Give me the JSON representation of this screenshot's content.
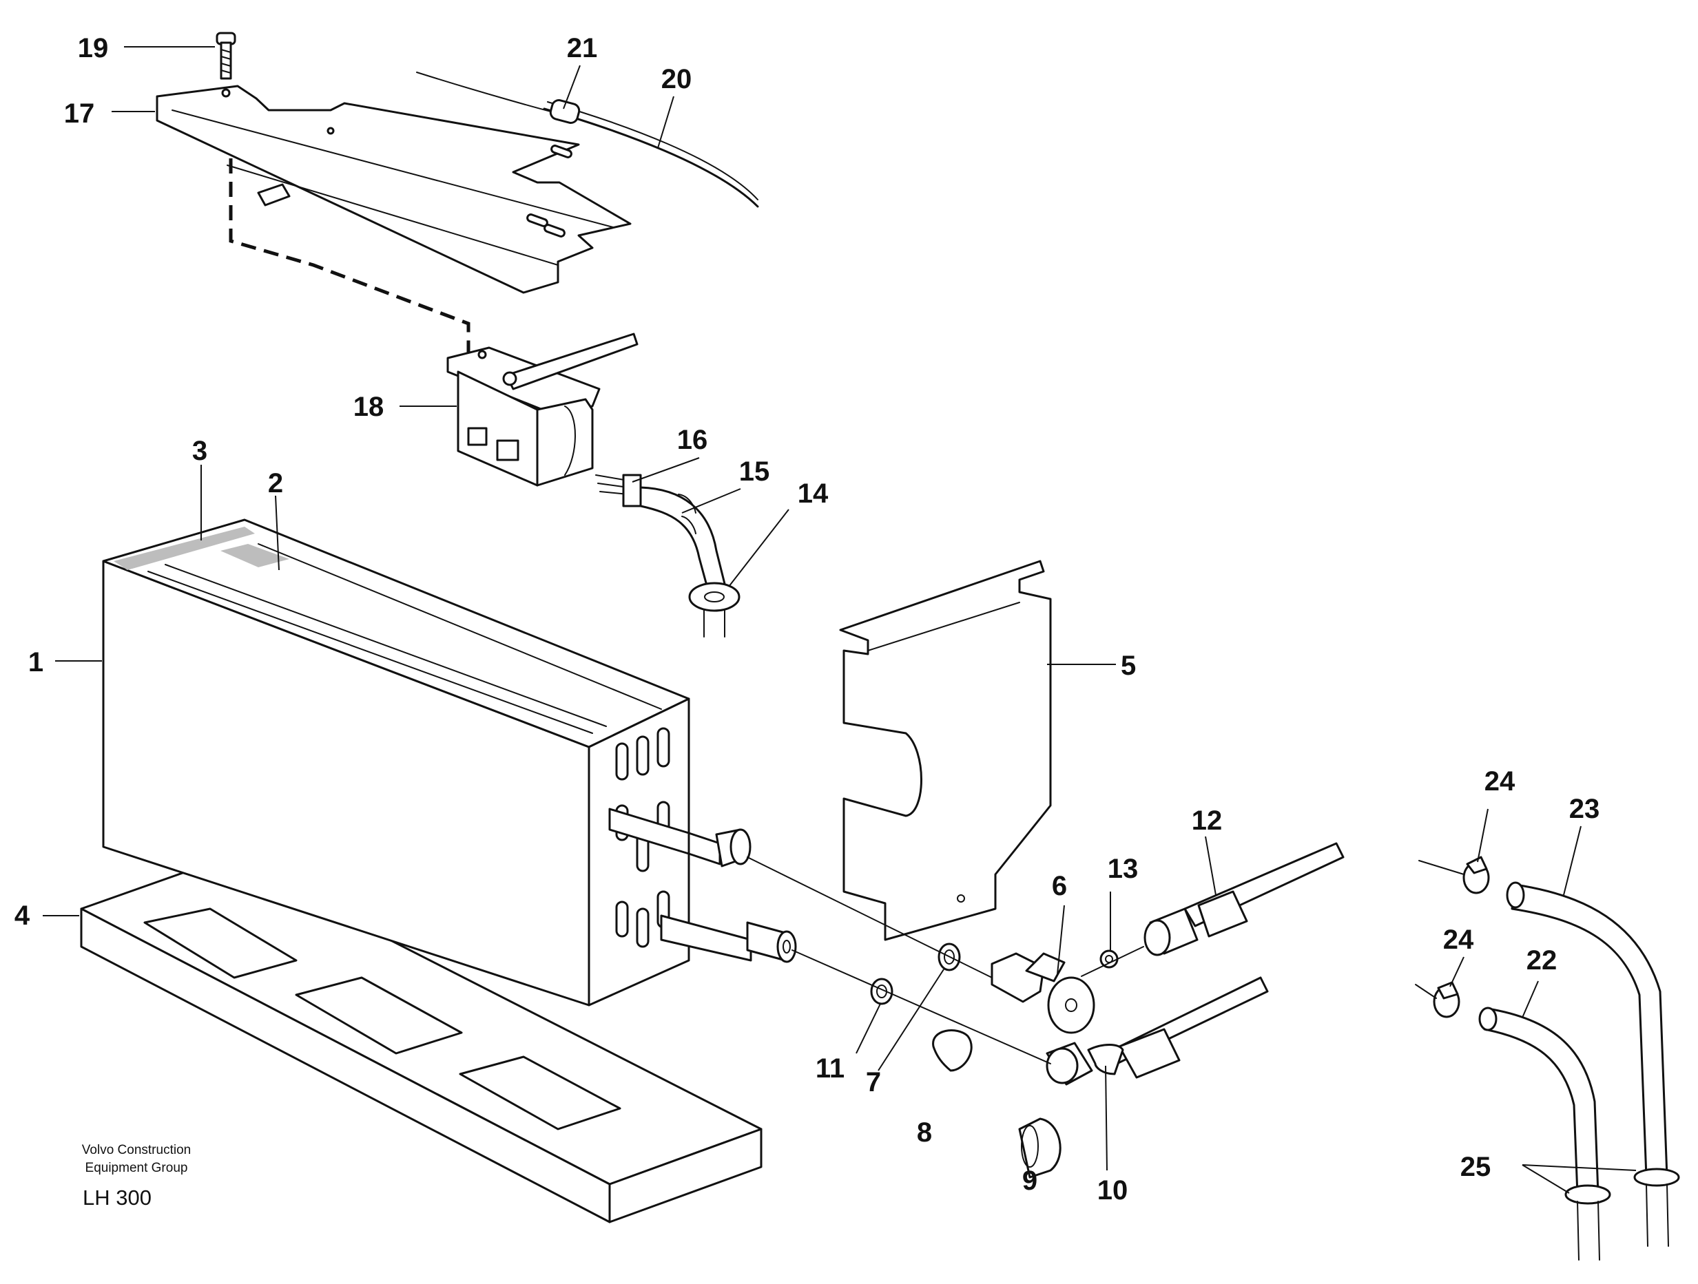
{
  "labels": [
    "1",
    "2",
    "3",
    "4",
    "5",
    "6",
    "7",
    "8",
    "9",
    "10",
    "11",
    "12",
    "13",
    "14",
    "15",
    "16",
    "17",
    "18",
    "19",
    "20",
    "21",
    "22",
    "23",
    "24",
    "24",
    "25"
  ],
  "footer": {
    "line1": "Volvo Construction",
    "line2": "Equipment Group",
    "code": "LH 300"
  }
}
